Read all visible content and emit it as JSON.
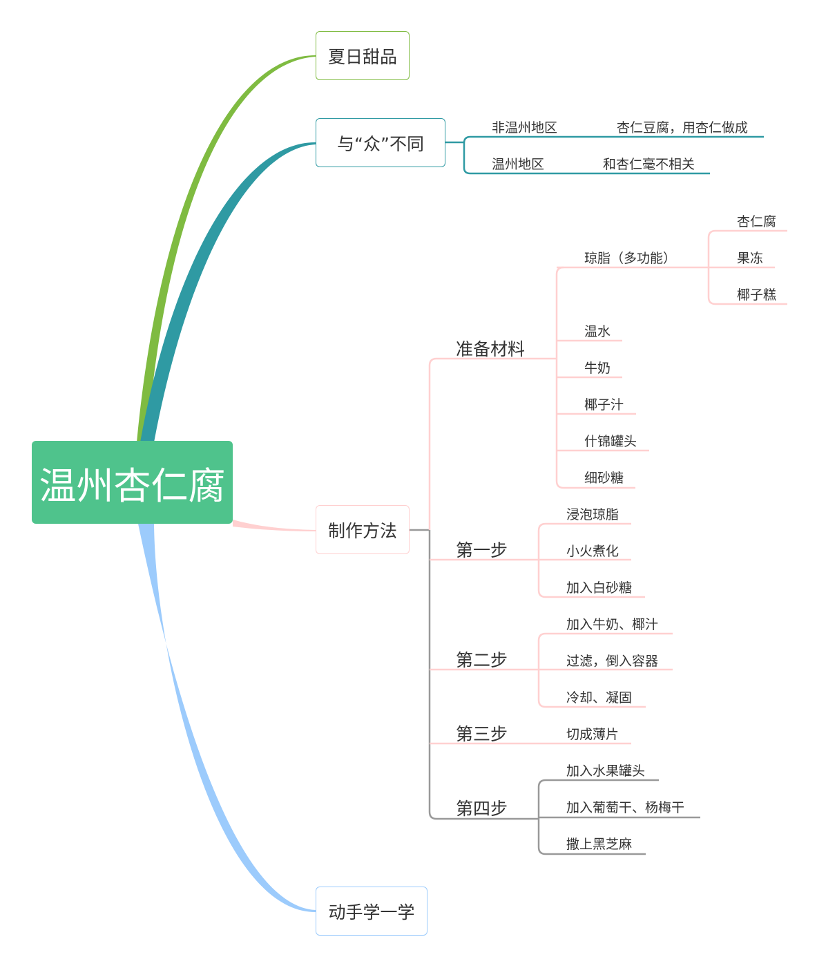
{
  "root": "温州杏仁腐",
  "branches": {
    "summer": {
      "label": "夏日甜品",
      "color": "#7fbb41"
    },
    "different": {
      "label": "与“众”不同",
      "color": "#2f9aa3",
      "items": [
        {
          "label": "非温州地区",
          "detail": "杏仁豆腐，用杏仁做成"
        },
        {
          "label": "温州地区",
          "detail": "和杏仁毫不相关"
        }
      ]
    },
    "method": {
      "label": "制作方法",
      "color": "#ffd0d0",
      "gray": "#999999",
      "materials": {
        "label": "准备材料",
        "agar": {
          "label": "琼脂（多功能）",
          "uses": [
            "杏仁腐",
            "果冻",
            "椰子糕"
          ]
        },
        "items": [
          "温水",
          "牛奶",
          "椰子汁",
          "什锦罐头",
          "细砂糖"
        ]
      },
      "step1": {
        "label": "第一步",
        "items": [
          "浸泡琼脂",
          "小火煮化",
          "加入白砂糖"
        ]
      },
      "step2": {
        "label": "第二步",
        "items": [
          "加入牛奶、椰汁",
          "过滤，倒入容器",
          "冷却、凝固"
        ]
      },
      "step3": {
        "label": "第三步",
        "items": [
          "切成薄片"
        ]
      },
      "step4": {
        "label": "第四步",
        "items": [
          "加入水果罐头",
          "加入葡萄干、杨梅干",
          "撒上黑芝麻"
        ]
      }
    },
    "learn": {
      "label": "动手学一学",
      "color": "#9ccbfc"
    }
  }
}
